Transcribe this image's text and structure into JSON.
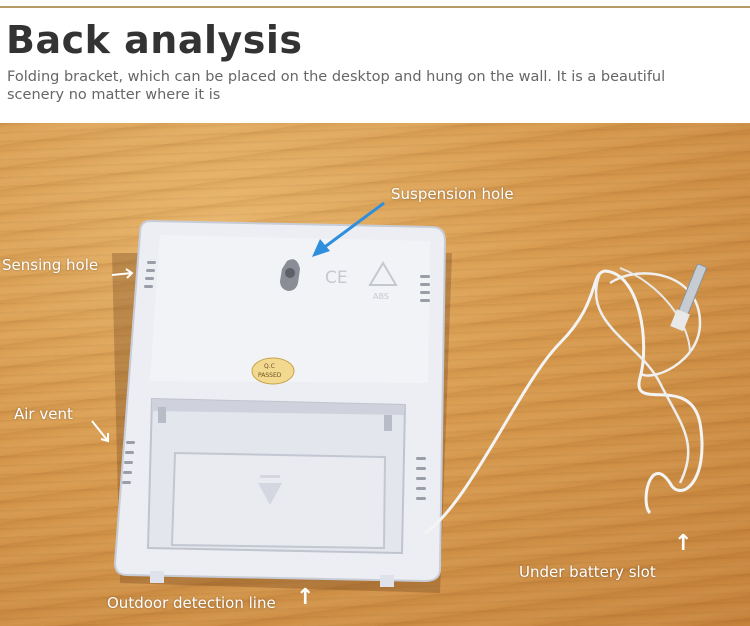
{
  "header": {
    "title": "Back analysis",
    "subtitle": "Folding bracket, which can be placed on the desktop and hung on the wall. It is a beautiful scenery no matter where it is"
  },
  "device": {
    "qc_sticker_line1": "Q.C",
    "qc_sticker_line2": "PASSED",
    "ce_mark": "CE",
    "recycle_mark": "ABS"
  },
  "annotations": {
    "suspension_hole": "Suspension hole",
    "sensing_hole": "Sensing hole",
    "air_vent": "Air vent",
    "outdoor_detection_line": "Outdoor detection line",
    "under_battery_slot": "Under battery slot"
  },
  "colors": {
    "accent_rule": "#b89a64",
    "pointer_arrow": "#2f8fdc",
    "label_text": "#ffffff"
  }
}
